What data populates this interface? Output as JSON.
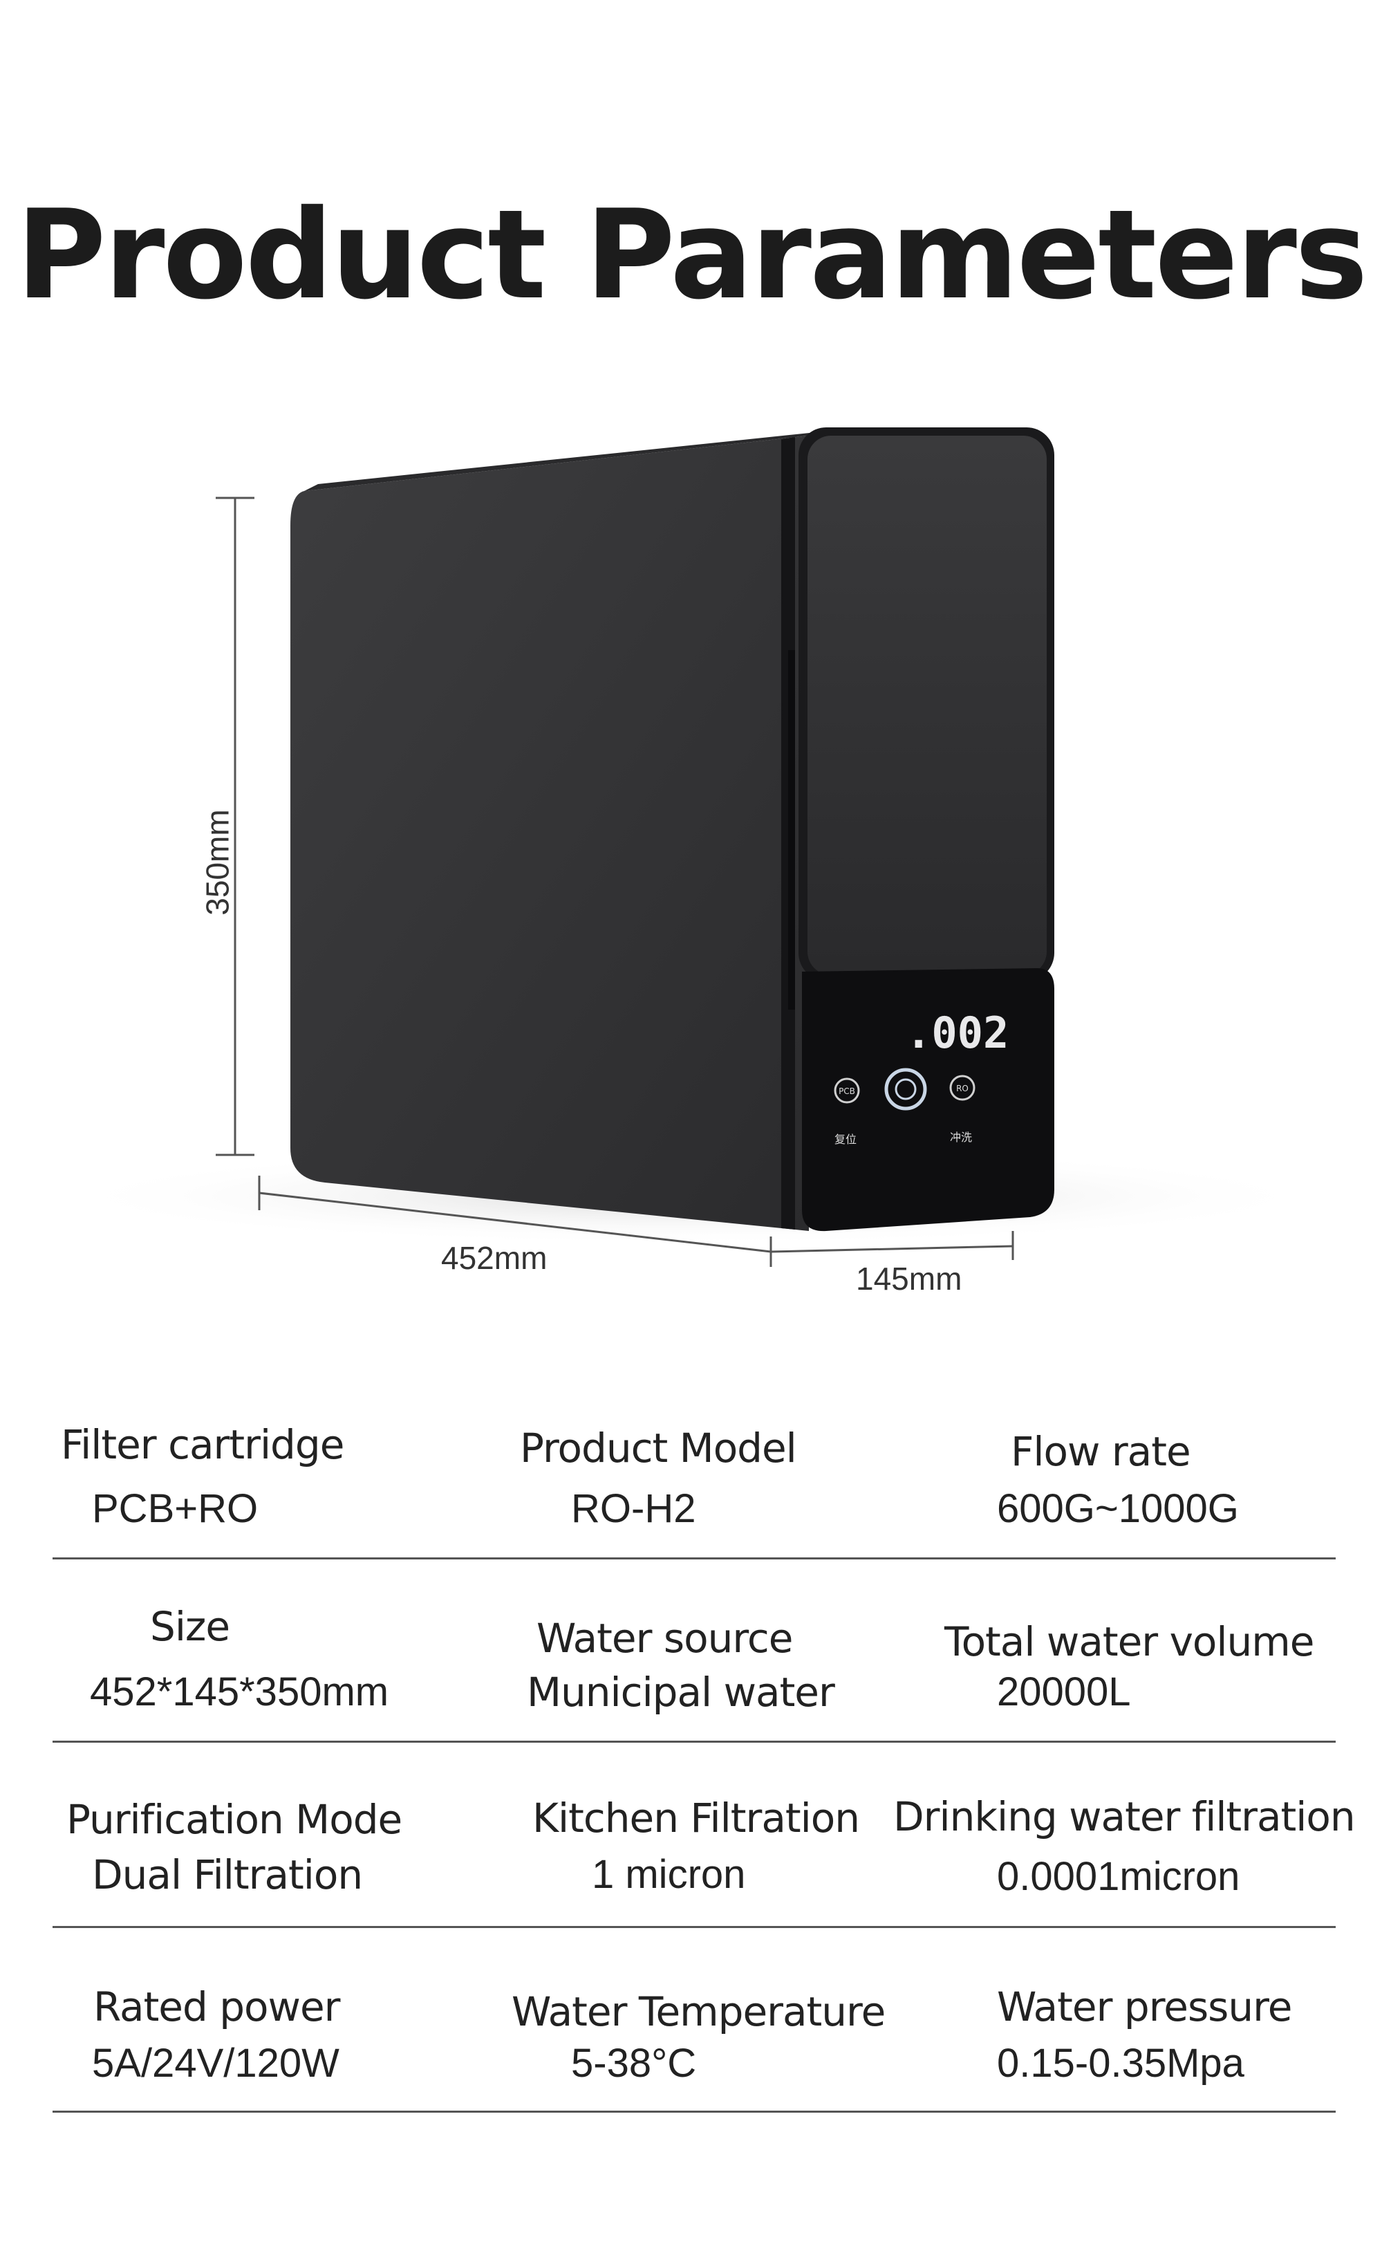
{
  "title": "Product Parameters",
  "dimensions": {
    "height": "350mm",
    "length": "452mm",
    "width": "145mm"
  },
  "display": {
    "tds_value": ".002",
    "left_button": "PCB",
    "right_button": "RO",
    "left_caption": "复位",
    "right_caption": "冲洗"
  },
  "specs": [
    [
      {
        "label": "Filter cartridge",
        "value": "PCB+RO"
      },
      {
        "label": "Product Model",
        "value": "RO-H2"
      },
      {
        "label": "Flow rate",
        "value": "600G~1000G"
      }
    ],
    [
      {
        "label": "Size",
        "value": "452*145*350mm"
      },
      {
        "label": "Water source",
        "value": "Municipal water"
      },
      {
        "label": "Total water volume",
        "value": "20000L"
      }
    ],
    [
      {
        "label": "Purification Mode",
        "value": "Dual Filtration"
      },
      {
        "label": "Kitchen Filtration",
        "value": "1 micron"
      },
      {
        "label": "Drinking water filtration",
        "value": "0.0001micron"
      }
    ],
    [
      {
        "label": "Rated power",
        "value": "5A/24V/120W"
      },
      {
        "label": "Water Temperature",
        "value": "5-38°C"
      },
      {
        "label": "Water pressure",
        "value": "0.15-0.35Mpa"
      }
    ]
  ]
}
